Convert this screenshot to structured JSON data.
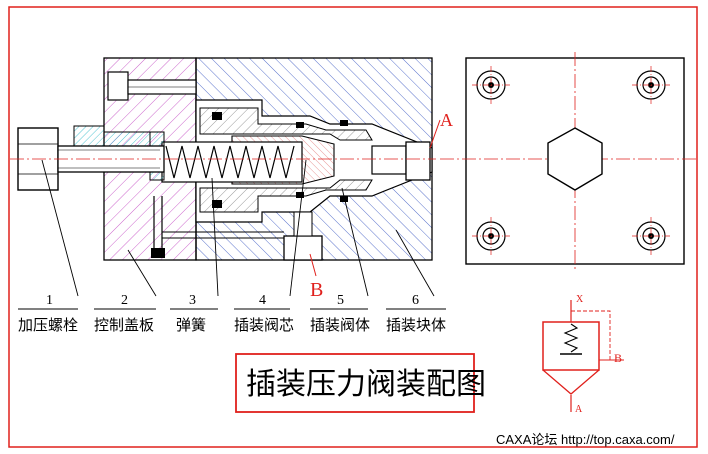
{
  "title": "插装压力阀装配图",
  "parts": [
    {
      "num": "1",
      "name": "加压螺栓"
    },
    {
      "num": "2",
      "name": "控制盖板"
    },
    {
      "num": "3",
      "name": "弹簧"
    },
    {
      "num": "4",
      "name": "插装阀芯"
    },
    {
      "num": "5",
      "name": "插装阀体"
    },
    {
      "num": "6",
      "name": "插装块体"
    }
  ],
  "markers": {
    "a": "A",
    "b": "B"
  },
  "symbol": {
    "x": "X",
    "b": "B",
    "a": "A"
  },
  "watermark": "CAXA论坛 http://top.caxa.com/",
  "colors": {
    "frame": "#e0201c",
    "pink": "#c040c0",
    "cyan": "#28b8c8",
    "red": "#e0201c"
  }
}
